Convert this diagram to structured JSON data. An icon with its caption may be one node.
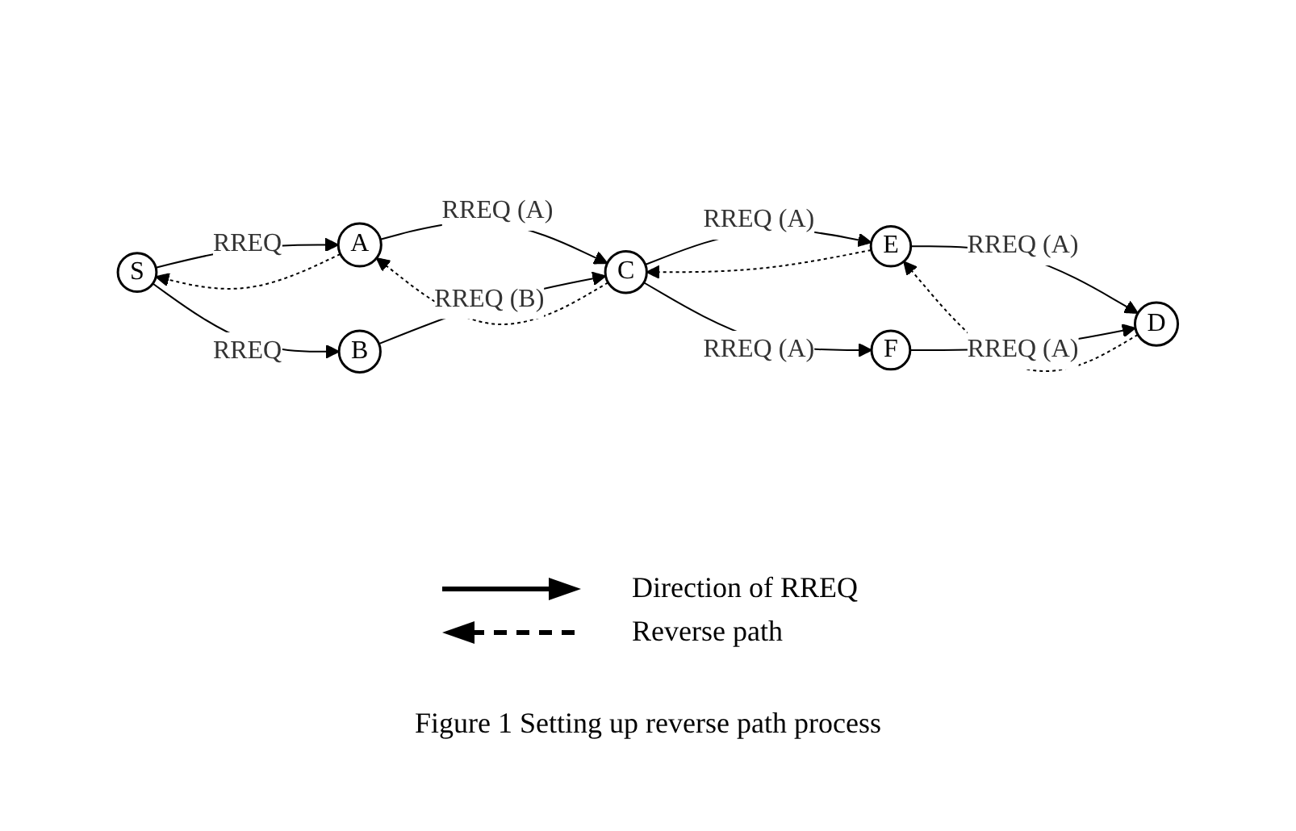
{
  "diagram": {
    "caption": "Figure 1 Setting up reverse path process",
    "nodes": [
      {
        "text": [
          "S"
        ]
      },
      {
        "text": [
          "A"
        ]
      },
      {
        "text": [
          "B"
        ]
      },
      {
        "text": [
          "C"
        ]
      },
      {
        "text": [
          "E"
        ]
      },
      {
        "text": [
          "F"
        ]
      },
      {
        "text": [
          "D"
        ]
      }
    ],
    "edges": [
      {
        "from": 0,
        "to": 1,
        "arrow": "to",
        "label": "RREQ"
      },
      {
        "from": 1,
        "to": 0,
        "arrow": "to",
        "style": "dashed"
      },
      {
        "from": 0,
        "to": 2,
        "arrow": "to",
        "label": "RREQ"
      },
      {
        "from": 1,
        "to": 3,
        "arrow": "to",
        "label": "RREQ (A)"
      },
      {
        "from": 3,
        "to": 1,
        "arrow": "to",
        "style": "dashed"
      },
      {
        "from": 2,
        "to": 3,
        "arrow": "to",
        "label": "RREQ (B)"
      },
      {
        "from": 3,
        "to": 4,
        "arrow": "to",
        "label": "RREQ (A)"
      },
      {
        "from": 4,
        "to": 3,
        "arrow": "to",
        "style": "dashed"
      },
      {
        "from": 3,
        "to": 5,
        "arrow": "to",
        "label": "RREQ (A)"
      },
      {
        "from": 4,
        "to": 6,
        "arrow": "to",
        "label": "RREQ (A)"
      },
      {
        "from": 6,
        "to": 4,
        "arrow": "to",
        "style": "dashed"
      },
      {
        "from": 5,
        "to": 6,
        "arrow": "to",
        "label": "RREQ (A)"
      }
    ],
    "legend": [
      {
        "text": "Direction of RREQ"
      },
      {
        "text": "Reverse path"
      }
    ]
  }
}
